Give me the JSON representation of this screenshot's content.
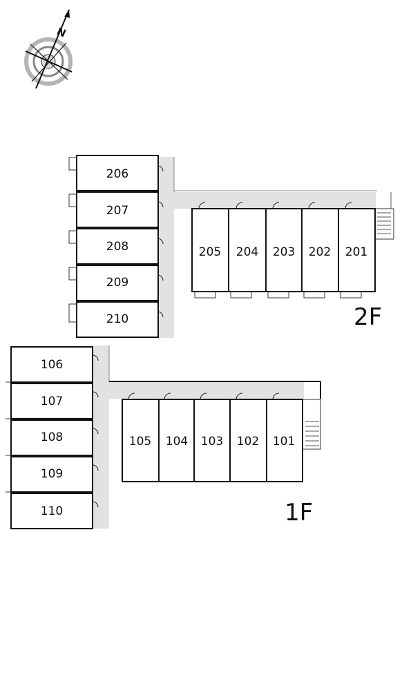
{
  "compass": {
    "north_letter": "N"
  },
  "floors": [
    {
      "label": "2F",
      "west_units": [
        "206",
        "207",
        "208",
        "209",
        "210"
      ],
      "south_units": [
        "205",
        "204",
        "203",
        "202",
        "201"
      ]
    },
    {
      "label": "1F",
      "west_units": [
        "106",
        "107",
        "108",
        "109",
        "110"
      ],
      "south_units": [
        "105",
        "104",
        "103",
        "102",
        "101"
      ]
    }
  ]
}
